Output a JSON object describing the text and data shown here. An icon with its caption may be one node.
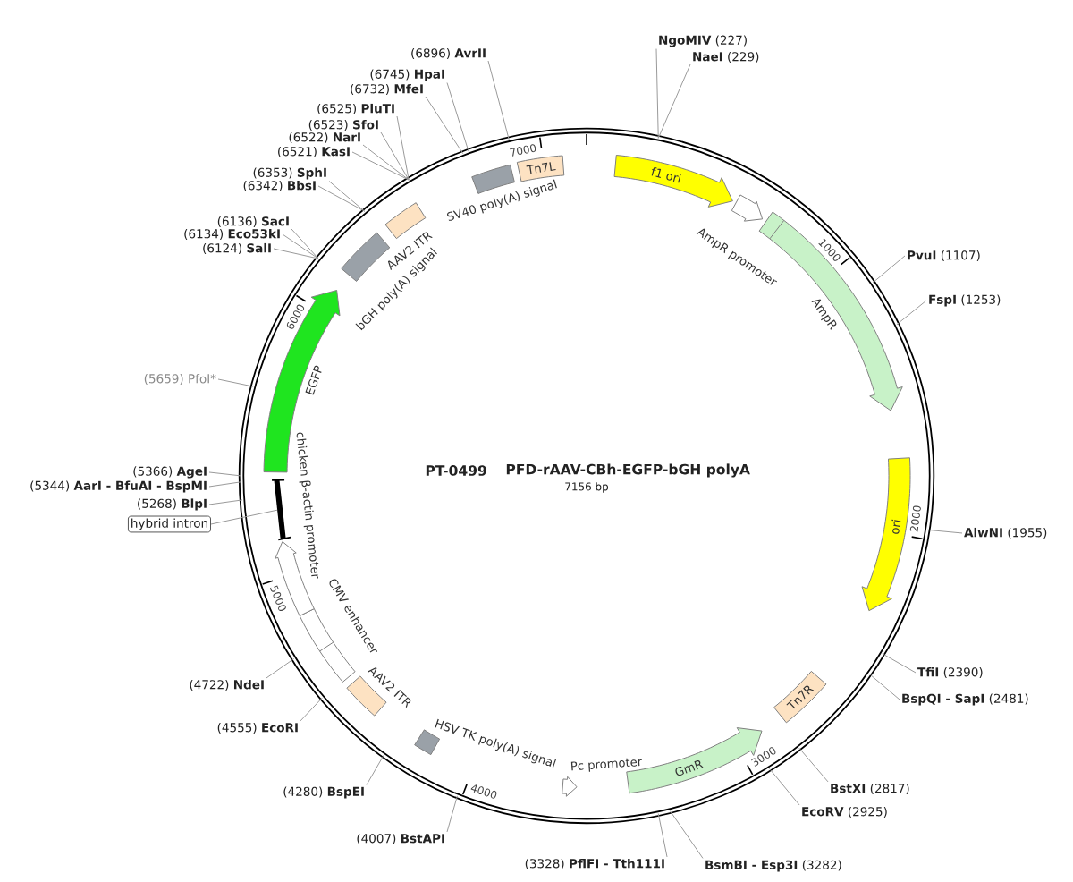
{
  "diagram": {
    "nodes": [
      {
        "text": [
          "PT-0499",
          "PFD-rAAV-CBh-EGFP-bGH polyA",
          "7156 bp"
        ]
      },
      {
        "text": [
          "f1 ori"
        ],
        "in": 0
      },
      {
        "text": [
          "AmpR promoter"
        ],
        "in": 0
      },
      {
        "text": [
          "AmpR"
        ],
        "in": 0
      },
      {
        "text": [
          "ori"
        ],
        "in": 0
      },
      {
        "text": [
          "Tn7R"
        ],
        "in": 0
      },
      {
        "text": [
          "GmR"
        ],
        "in": 0
      },
      {
        "text": [
          "Pc promoter"
        ],
        "in": 0
      },
      {
        "text": [
          "HSV TK poly(A) signal"
        ],
        "in": 0
      },
      {
        "text": [
          "AAV2 ITR"
        ],
        "in": 0
      },
      {
        "text": [
          "CMV enhancer"
        ],
        "in": 0
      },
      {
        "text": [
          "chicken β-actin promoter"
        ],
        "in": 0
      },
      {
        "text": [],
        "shape": "bar",
        "in": 0
      },
      {
        "text": [
          "EGFP"
        ],
        "in": 0
      },
      {
        "text": [
          "bGH poly(A) signal"
        ],
        "in": 0
      },
      {
        "text": [
          "AAV2 ITR"
        ],
        "in": 0
      },
      {
        "text": [
          "SV40 poly(A) signal"
        ],
        "in": 0
      },
      {
        "text": [
          "Tn7L"
        ],
        "in": 0
      },
      {
        "text": [
          "**NgoMIV** (227)"
        ]
      },
      {
        "text": [
          "**NaeI** (229)"
        ]
      },
      {
        "text": [
          "**PvuI** (1107)"
        ]
      },
      {
        "text": [
          "**FspI** (1253)"
        ]
      },
      {
        "text": [
          "**AlwNI** (1955)"
        ]
      },
      {
        "text": [
          "**TfiI** (2390)"
        ]
      },
      {
        "text": [
          "**BspQI - SapI** (2481)"
        ]
      },
      {
        "text": [
          "**BstXI** (2817)"
        ]
      },
      {
        "text": [
          "**EcoRV** (2925)"
        ]
      },
      {
        "text": [
          "**BsmBI - Esp3I** (3282)"
        ]
      },
      {
        "text": [
          "(3328) **PflFI - Tth111I**"
        ]
      },
      {
        "text": [
          "(4007) **BstAPI**"
        ]
      },
      {
        "text": [
          "(4280) **BspEI**"
        ]
      },
      {
        "text": [
          "(4555) **EcoRI**"
        ]
      },
      {
        "text": [
          "(4722) **NdeI**"
        ]
      },
      {
        "text": [
          "hybrid intron"
        ]
      },
      {
        "text": [
          "(5268) **BlpI**"
        ]
      },
      {
        "text": [
          "(5344) **AarI - BfuAI - BspMI**"
        ]
      },
      {
        "text": [
          "(5366) **AgeI**"
        ]
      },
      {
        "text": [
          "(5659) PfoI*"
        ]
      },
      {
        "text": [
          "(6124) **SalI**"
        ]
      },
      {
        "text": [
          "(6134) **Eco53kI**"
        ]
      },
      {
        "text": [
          "(6136) **SacI**"
        ]
      },
      {
        "text": [
          "(6342) **BbsI**"
        ]
      },
      {
        "text": [
          "(6353) **SphI**"
        ]
      },
      {
        "text": [
          "(6521) **KasI**"
        ]
      },
      {
        "text": [
          "(6522) **NarI**"
        ]
      },
      {
        "text": [
          "(6523) **SfoI**"
        ]
      },
      {
        "text": [
          "(6525) **PluTI**"
        ]
      },
      {
        "text": [
          "(6732) **MfeI**"
        ]
      },
      {
        "text": [
          "(6745) **HpaI**"
        ]
      },
      {
        "text": [
          "(6896) **AvrII**"
        ]
      }
    ],
    "edges": [
      {
        "from": 18,
        "to": 0,
        "arrow": "none"
      },
      {
        "from": 19,
        "to": 0,
        "arrow": "none"
      },
      {
        "from": 20,
        "to": 0,
        "arrow": "none"
      },
      {
        "from": 21,
        "to": 0,
        "arrow": "none"
      },
      {
        "from": 22,
        "to": 0,
        "arrow": "none"
      },
      {
        "from": 23,
        "to": 0,
        "arrow": "none"
      },
      {
        "from": 24,
        "to": 0,
        "arrow": "none"
      },
      {
        "from": 25,
        "to": 0,
        "arrow": "none"
      },
      {
        "from": 26,
        "to": 0,
        "arrow": "none"
      },
      {
        "from": 27,
        "to": 0,
        "arrow": "none"
      },
      {
        "from": 28,
        "to": 0,
        "arrow": "none"
      },
      {
        "from": 29,
        "to": 0,
        "arrow": "none"
      },
      {
        "from": 30,
        "to": 0,
        "arrow": "none"
      },
      {
        "from": 31,
        "to": 0,
        "arrow": "none"
      },
      {
        "from": 32,
        "to": 0,
        "arrow": "none"
      },
      {
        "from": 33,
        "to": 12,
        "arrow": "none"
      },
      {
        "from": 34,
        "to": 0,
        "arrow": "none"
      },
      {
        "from": 35,
        "to": 0,
        "arrow": "none"
      },
      {
        "from": 36,
        "to": 0,
        "arrow": "none"
      },
      {
        "from": 37,
        "to": 0,
        "arrow": "none"
      },
      {
        "from": 38,
        "to": 0,
        "arrow": "none"
      },
      {
        "from": 39,
        "to": 0,
        "arrow": "none"
      },
      {
        "from": 40,
        "to": 0,
        "arrow": "none"
      },
      {
        "from": 41,
        "to": 0,
        "arrow": "none"
      },
      {
        "from": 42,
        "to": 0,
        "arrow": "none"
      },
      {
        "from": 43,
        "to": 0,
        "arrow": "none"
      },
      {
        "from": 44,
        "to": 0,
        "arrow": "none"
      },
      {
        "from": 45,
        "to": 0,
        "arrow": "none"
      },
      {
        "from": 46,
        "to": 0,
        "arrow": "none"
      },
      {
        "from": 47,
        "to": 0,
        "arrow": "none"
      },
      {
        "from": 48,
        "to": 0,
        "arrow": "none"
      },
      {
        "from": 49,
        "to": 0,
        "arrow": "none"
      }
    ],
    "labels": [
      "1000",
      "2000",
      "3000",
      "4000",
      "5000",
      "6000",
      "7000"
    ]
  }
}
